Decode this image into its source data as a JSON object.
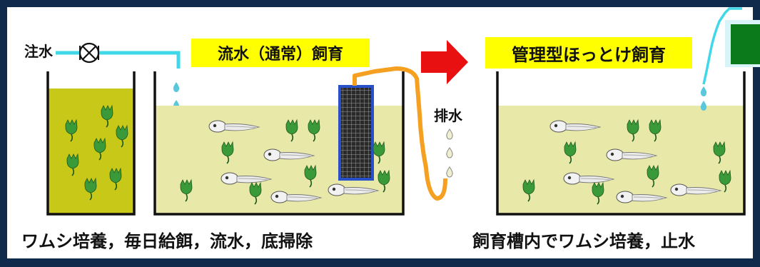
{
  "labels": {
    "water_in": "注水",
    "drain": "排水",
    "flowing_title": "流水（通常）飼育",
    "managed_title": "管理型ほっとけ飼育",
    "caption_left": "ワムシ培養，毎日給餌，流水，底掃除",
    "caption_right": "飼育槽内でワムシ培養，止水"
  },
  "colors": {
    "background": "#0f2a4a",
    "water": "#e8e8a8",
    "culture": "#c8c818",
    "label_box": "#ffff00",
    "pipe_cyan": "#40d8e8",
    "pipe_orange": "#f5a020",
    "arrow": "#e81010",
    "filter": "#2850c8",
    "rotifer": "#3a9a3a",
    "container": "#0a7a1a"
  },
  "icons": {
    "valve": "valve-icon",
    "arrow": "right-arrow-icon",
    "filter": "filter-mesh-icon",
    "rotifer": "rotifer-icon",
    "larva": "fish-larva-icon",
    "drop": "water-drop-icon"
  }
}
